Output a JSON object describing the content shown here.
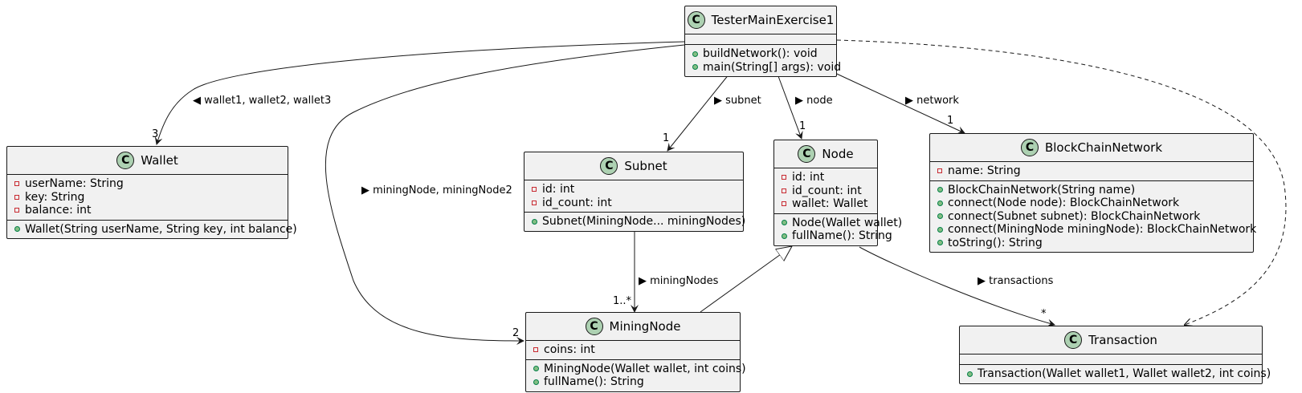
{
  "classes": {
    "tester": {
      "stereotype": "C",
      "name": "TesterMainExercise1",
      "attributes": [],
      "methods": [
        {
          "vis": "public",
          "text": "buildNetwork(): void"
        },
        {
          "vis": "public",
          "text": "main(String[] args): void"
        }
      ]
    },
    "wallet": {
      "stereotype": "C",
      "name": "Wallet",
      "attributes": [
        {
          "vis": "private",
          "text": "userName: String"
        },
        {
          "vis": "private",
          "text": "key: String"
        },
        {
          "vis": "private",
          "text": "balance: int"
        }
      ],
      "methods": [
        {
          "vis": "public",
          "text": "Wallet(String userName, String key, int balance)"
        }
      ]
    },
    "subnet": {
      "stereotype": "C",
      "name": "Subnet",
      "attributes": [
        {
          "vis": "private",
          "text": "id: int"
        },
        {
          "vis": "private",
          "text": "id_count: int"
        }
      ],
      "methods": [
        {
          "vis": "public",
          "text": "Subnet(MiningNode... miningNodes)"
        }
      ]
    },
    "node": {
      "stereotype": "C",
      "name": "Node",
      "attributes": [
        {
          "vis": "private",
          "text": "id: int"
        },
        {
          "vis": "private",
          "text": "id_count: int"
        },
        {
          "vis": "private",
          "text": "wallet: Wallet"
        }
      ],
      "methods": [
        {
          "vis": "public",
          "text": "Node(Wallet wallet)"
        },
        {
          "vis": "public",
          "text": "fullName(): String"
        }
      ]
    },
    "network": {
      "stereotype": "C",
      "name": "BlockChainNetwork",
      "attributes": [
        {
          "vis": "private",
          "text": "name: String"
        }
      ],
      "methods": [
        {
          "vis": "public",
          "text": "BlockChainNetwork(String name)"
        },
        {
          "vis": "public",
          "text": "connect(Node node): BlockChainNetwork"
        },
        {
          "vis": "public",
          "text": "connect(Subnet subnet): BlockChainNetwork"
        },
        {
          "vis": "public",
          "text": "connect(MiningNode miningNode): BlockChainNetwork"
        },
        {
          "vis": "public",
          "text": "toString(): String"
        }
      ]
    },
    "mining": {
      "stereotype": "C",
      "name": "MiningNode",
      "attributes": [
        {
          "vis": "private",
          "text": "coins: int"
        }
      ],
      "methods": [
        {
          "vis": "public",
          "text": "MiningNode(Wallet wallet, int coins)"
        },
        {
          "vis": "public",
          "text": "fullName(): String"
        }
      ]
    },
    "transaction": {
      "stereotype": "C",
      "name": "Transaction",
      "attributes": [],
      "methods": [
        {
          "vis": "public",
          "text": "Transaction(Wallet wallet1, Wallet wallet2, int coins)"
        }
      ]
    }
  },
  "relations": {
    "wallets": {
      "label": "◀ wallet1, wallet2, wallet3",
      "multiplicity": "3"
    },
    "miningnodes": {
      "label": "▶ miningNode, miningNode2",
      "multiplicity": "2"
    },
    "subnet": {
      "label": "▶ subnet",
      "multiplicity": "1"
    },
    "node": {
      "label": "▶ node",
      "multiplicity": "1"
    },
    "network": {
      "label": "▶ network",
      "multiplicity": "1"
    },
    "subnet_mining": {
      "label": "▶ miningNodes",
      "multiplicity": "1..*"
    },
    "transactions": {
      "label": "▶ transactions",
      "multiplicity": "*"
    }
  },
  "colors": {
    "class_fill": "#f1f1f1",
    "border": "#181818",
    "circle_fill": "#add1b2",
    "private_marker": "#c82930",
    "public_marker": "#84be84"
  }
}
